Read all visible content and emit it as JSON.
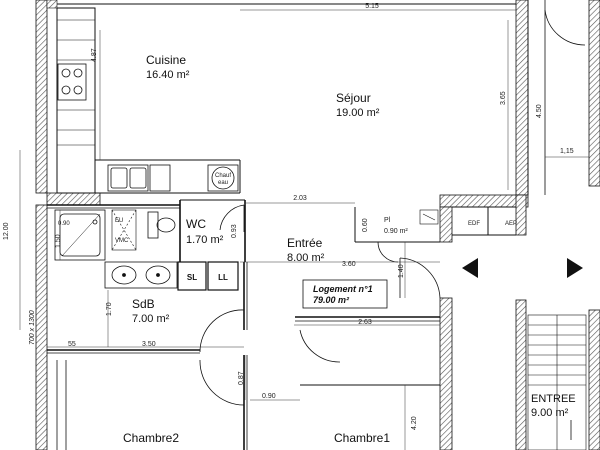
{
  "rooms": {
    "cuisine": {
      "name": "Cuisine",
      "area": "16.40 m²"
    },
    "sejour": {
      "name": "Séjour",
      "area": "19.00 m²"
    },
    "wc": {
      "name": "WC",
      "area": "1.70 m²"
    },
    "entree": {
      "name": "Entrée",
      "area": "8.00 m²"
    },
    "pl": {
      "name": "Pl",
      "area": "0.90 m²"
    },
    "sdb": {
      "name": "SdB",
      "area": "7.00 m²"
    },
    "chambre2": {
      "name": "Chambre2"
    },
    "chambre1": {
      "name": "Chambre1"
    },
    "entree_hall": {
      "name": "ENTREE",
      "area": "9.00 m²"
    }
  },
  "dimensions": {
    "d515": "5.15",
    "d487": "4.87",
    "d365": "3.65",
    "d450": "4.50",
    "d115": "1,15",
    "d203": "2.03",
    "d060": "0.60",
    "d093": "0.93",
    "d150": "1.50",
    "d360": "3.60",
    "d140": "1.40",
    "d170": "1.70",
    "d263": "2.63",
    "d055": "55",
    "d350": "3.50",
    "d087": "0.87",
    "d090": "0.90",
    "d420": "4.20",
    "d1200": "12.00",
    "d700": "700 x 1300"
  },
  "equipment": {
    "chauf_line1": "Chauf",
    "chauf_line2": "eau",
    "edf": "EDF",
    "aep": "AEP",
    "sl": "SL",
    "ll": "LL",
    "eu": "EU",
    "vmc": "VMC",
    "shower_size": "0.90"
  },
  "logement": {
    "label": "Logement n°1",
    "area": "79.00 m²"
  },
  "colors": {
    "wall_hatch": "#555555",
    "line": "#111111"
  }
}
